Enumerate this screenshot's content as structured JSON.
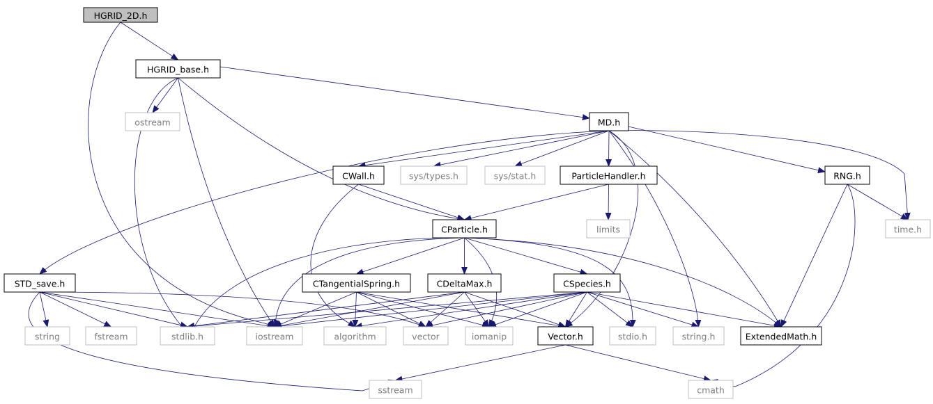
{
  "nodes": {
    "hgrid2d": {
      "label": "HGRID_2D.h",
      "kind": "root"
    },
    "hgridbase": {
      "label": "HGRID_base.h",
      "kind": "doc"
    },
    "ostream": {
      "label": "ostream",
      "kind": "ext"
    },
    "md": {
      "label": "MD.h",
      "kind": "doc"
    },
    "cwall": {
      "label": "CWall.h",
      "kind": "doc"
    },
    "systypes": {
      "label": "sys/types.h",
      "kind": "ext"
    },
    "sysstat": {
      "label": "sys/stat.h",
      "kind": "ext"
    },
    "particlehandler": {
      "label": "ParticleHandler.h",
      "kind": "doc"
    },
    "rng": {
      "label": "RNG.h",
      "kind": "doc"
    },
    "limits": {
      "label": "limits",
      "kind": "ext"
    },
    "time": {
      "label": "time.h",
      "kind": "ext"
    },
    "cparticle": {
      "label": "CParticle.h",
      "kind": "doc"
    },
    "stdsave": {
      "label": "STD_save.h",
      "kind": "doc"
    },
    "ctangential": {
      "label": "CTangentialSpring.h",
      "kind": "doc"
    },
    "cdeltamax": {
      "label": "CDeltaMax.h",
      "kind": "doc"
    },
    "cspecies": {
      "label": "CSpecies.h",
      "kind": "doc"
    },
    "string": {
      "label": "string",
      "kind": "ext"
    },
    "fstream": {
      "label": "fstream",
      "kind": "ext"
    },
    "stdlib": {
      "label": "stdlib.h",
      "kind": "ext"
    },
    "iostream": {
      "label": "iostream",
      "kind": "ext"
    },
    "algorithm": {
      "label": "algorithm",
      "kind": "ext"
    },
    "vector": {
      "label": "vector",
      "kind": "ext"
    },
    "iomanip": {
      "label": "iomanip",
      "kind": "ext"
    },
    "vectorh": {
      "label": "Vector.h",
      "kind": "doc"
    },
    "stdio": {
      "label": "stdio.h",
      "kind": "ext"
    },
    "stringh": {
      "label": "string.h",
      "kind": "ext"
    },
    "extmath": {
      "label": "ExtendedMath.h",
      "kind": "doc"
    },
    "sstream": {
      "label": "sstream",
      "kind": "ext"
    },
    "cmath": {
      "label": "cmath",
      "kind": "ext"
    }
  },
  "edges": [
    [
      "hgrid2d",
      "hgridbase"
    ],
    [
      "hgrid2d",
      "iostream"
    ],
    [
      "hgridbase",
      "ostream"
    ],
    [
      "hgridbase",
      "md"
    ],
    [
      "hgridbase",
      "stdlib"
    ],
    [
      "hgridbase",
      "iostream"
    ],
    [
      "hgridbase",
      "cparticle"
    ],
    [
      "md",
      "cwall"
    ],
    [
      "md",
      "systypes"
    ],
    [
      "md",
      "sysstat"
    ],
    [
      "md",
      "particlehandler"
    ],
    [
      "md",
      "rng"
    ],
    [
      "md",
      "time"
    ],
    [
      "md",
      "stdsave"
    ],
    [
      "md",
      "extmath"
    ],
    [
      "md",
      "stringh"
    ],
    [
      "md",
      "vectorh"
    ],
    [
      "cwall",
      "cparticle"
    ],
    [
      "cwall",
      "algorithm"
    ],
    [
      "particlehandler",
      "cparticle"
    ],
    [
      "particlehandler",
      "limits"
    ],
    [
      "rng",
      "time"
    ],
    [
      "rng",
      "extmath"
    ],
    [
      "rng",
      "cmath"
    ],
    [
      "cparticle",
      "ctangential"
    ],
    [
      "cparticle",
      "cdeltamax"
    ],
    [
      "cparticle",
      "cspecies"
    ],
    [
      "cparticle",
      "stdlib"
    ],
    [
      "cparticle",
      "iostream"
    ],
    [
      "cparticle",
      "iomanip"
    ],
    [
      "cparticle",
      "stdio"
    ],
    [
      "cparticle",
      "extmath"
    ],
    [
      "stdsave",
      "string"
    ],
    [
      "stdsave",
      "fstream"
    ],
    [
      "stdsave",
      "stdlib"
    ],
    [
      "stdsave",
      "iostream"
    ],
    [
      "stdsave",
      "sstream"
    ],
    [
      "stdsave",
      "vector"
    ],
    [
      "ctangential",
      "iostream"
    ],
    [
      "ctangential",
      "algorithm"
    ],
    [
      "ctangential",
      "vector"
    ],
    [
      "ctangential",
      "iomanip"
    ],
    [
      "ctangential",
      "vectorh"
    ],
    [
      "cdeltamax",
      "stdlib"
    ],
    [
      "cdeltamax",
      "iostream"
    ],
    [
      "cdeltamax",
      "vector"
    ],
    [
      "cdeltamax",
      "iomanip"
    ],
    [
      "cdeltamax",
      "vectorh"
    ],
    [
      "cspecies",
      "stdlib"
    ],
    [
      "cspecies",
      "iostream"
    ],
    [
      "cspecies",
      "algorithm"
    ],
    [
      "cspecies",
      "vector"
    ],
    [
      "cspecies",
      "iomanip"
    ],
    [
      "cspecies",
      "vectorh"
    ],
    [
      "cspecies",
      "stdio"
    ],
    [
      "cspecies",
      "stringh"
    ],
    [
      "cspecies",
      "extmath"
    ],
    [
      "vectorh",
      "sstream"
    ],
    [
      "vectorh",
      "cmath"
    ]
  ],
  "colors": {
    "edge": "#191970",
    "root_fill": "#bfbfbf",
    "ext_border": "#bfbfbf",
    "ext_text": "#7f7f7f"
  }
}
